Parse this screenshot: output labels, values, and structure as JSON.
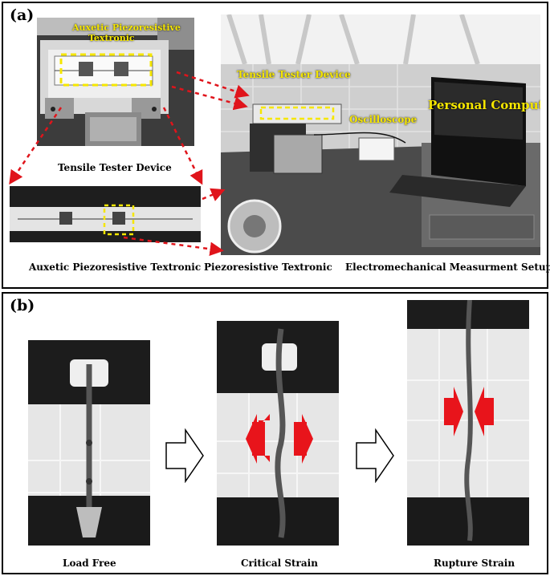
{
  "panel_a": {
    "label": "(a)",
    "photo1_label_line1": "Auxetic Piezoresistive",
    "photo1_label_line2": "Textronic",
    "photo2_label_tensile": "Tensile Tester Device",
    "photo2_label_osc": "Oscilloscope",
    "photo2_label_pc": "Personal Computer",
    "caption_tensile": "Tensile Tester Device",
    "caption_auxetic": "Auxetic Piezoresistive Textronic",
    "caption_piezo": "Piezoresistive Textronic",
    "caption_setup": "Electromechanical Measurment Setup"
  },
  "panel_b": {
    "label": "(b)",
    "caption_load_free": "Load Free",
    "caption_critical": "Critical Strain",
    "caption_rupture": "Rupture Strain"
  },
  "colors": {
    "annotation_yellow": "#f5e600",
    "arrow_red": "#e8141b",
    "dash_red": "#e0141b"
  }
}
